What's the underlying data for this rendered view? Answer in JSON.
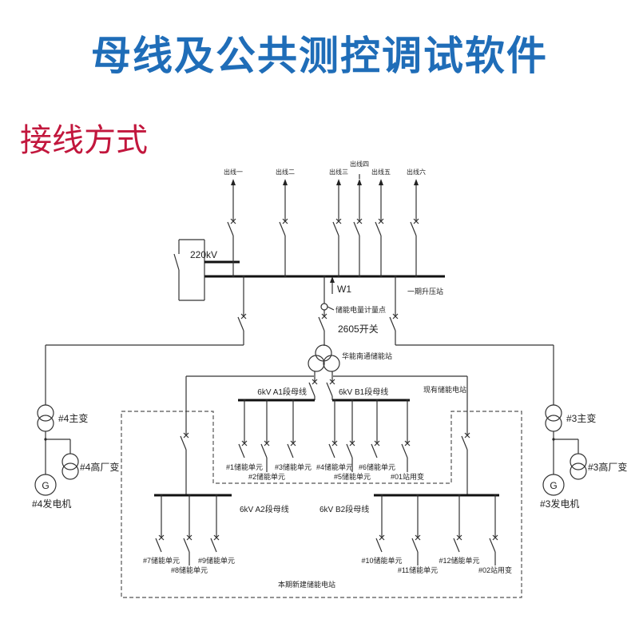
{
  "header": {
    "title": "母线及公共测控调试软件",
    "subtitle": "接线方式"
  },
  "diagram": {
    "feeders_out": [
      "出线一",
      "出线二",
      "出线三",
      "出线四",
      "出线五",
      "出线六"
    ],
    "bus_220": "220kV",
    "w1": "W1",
    "meter_point": "储能电量计量点",
    "switch_2605": "2605开关",
    "phase1_station": "一期升压站",
    "station_transformer": "华能南通储能站",
    "existing_station": "现有储能电站",
    "new_station": "本期新建储能电站",
    "bus_a1": "6kV A1段母线",
    "bus_b1": "6kV B1段母线",
    "bus_a2": "6kV A2段母线",
    "bus_b2": "6kV B2段母线",
    "a1_units": [
      "#1储能单元",
      "#2储能单元",
      "#3储能单元"
    ],
    "b1_units": [
      "#4储能单元",
      "#5储能单元",
      "#6储能单元",
      "#01站用变"
    ],
    "a2_units": [
      "#7储能单元",
      "#8储能单元",
      "#9储能单元"
    ],
    "b2_units": [
      "#10储能单元",
      "#11储能单元",
      "#12储能单元",
      "#02站用变"
    ],
    "left_unit": {
      "main_tx": "#4主变",
      "aux_tx": "#4高厂变",
      "generator": "#4发电机"
    },
    "right_unit": {
      "main_tx": "#3主变",
      "aux_tx": "#3高厂变",
      "generator": "#3发电机"
    },
    "generator_symbol": "G"
  }
}
